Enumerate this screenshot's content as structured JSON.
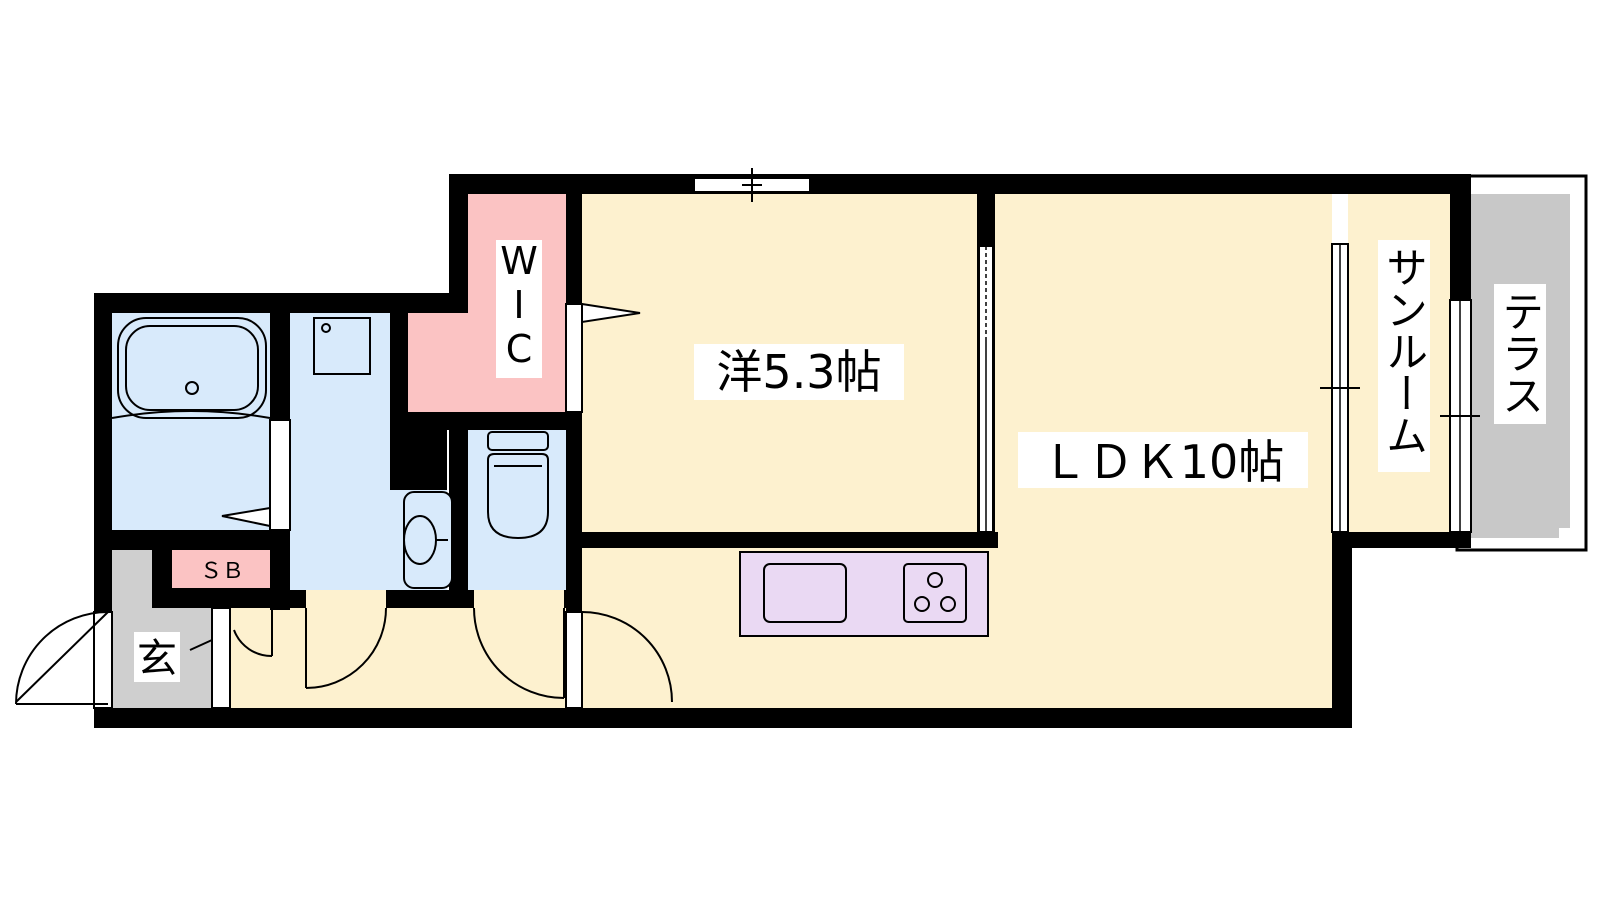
{
  "floor_plan": {
    "rooms": {
      "western_room": {
        "label": "洋5.3帖",
        "color": "#fdf1cf"
      },
      "ldk": {
        "label": "ＬＤＫ10帖",
        "color": "#fdf1cf"
      },
      "wic": {
        "label_lines": [
          "W",
          "I",
          "C"
        ],
        "color": "#fbc3c3"
      },
      "sunroom": {
        "label": "サンルーム",
        "color": "#fdf1cf"
      },
      "terrace": {
        "label": "テラス",
        "color": "#c8c8c8"
      },
      "entrance": {
        "label": "玄",
        "color": "#cfcfcf"
      },
      "shoe_box": {
        "label": "ＳＢ",
        "color": "#fbc3c3"
      },
      "bath": {
        "color": "#d8eafb"
      },
      "washroom": {
        "color": "#d8eafb"
      },
      "toilet": {
        "color": "#d8eafb"
      },
      "hallway": {
        "color": "#fdf1cf"
      },
      "kitchen": {
        "color": "#ead9f3"
      }
    },
    "wall_color": "#000000"
  }
}
